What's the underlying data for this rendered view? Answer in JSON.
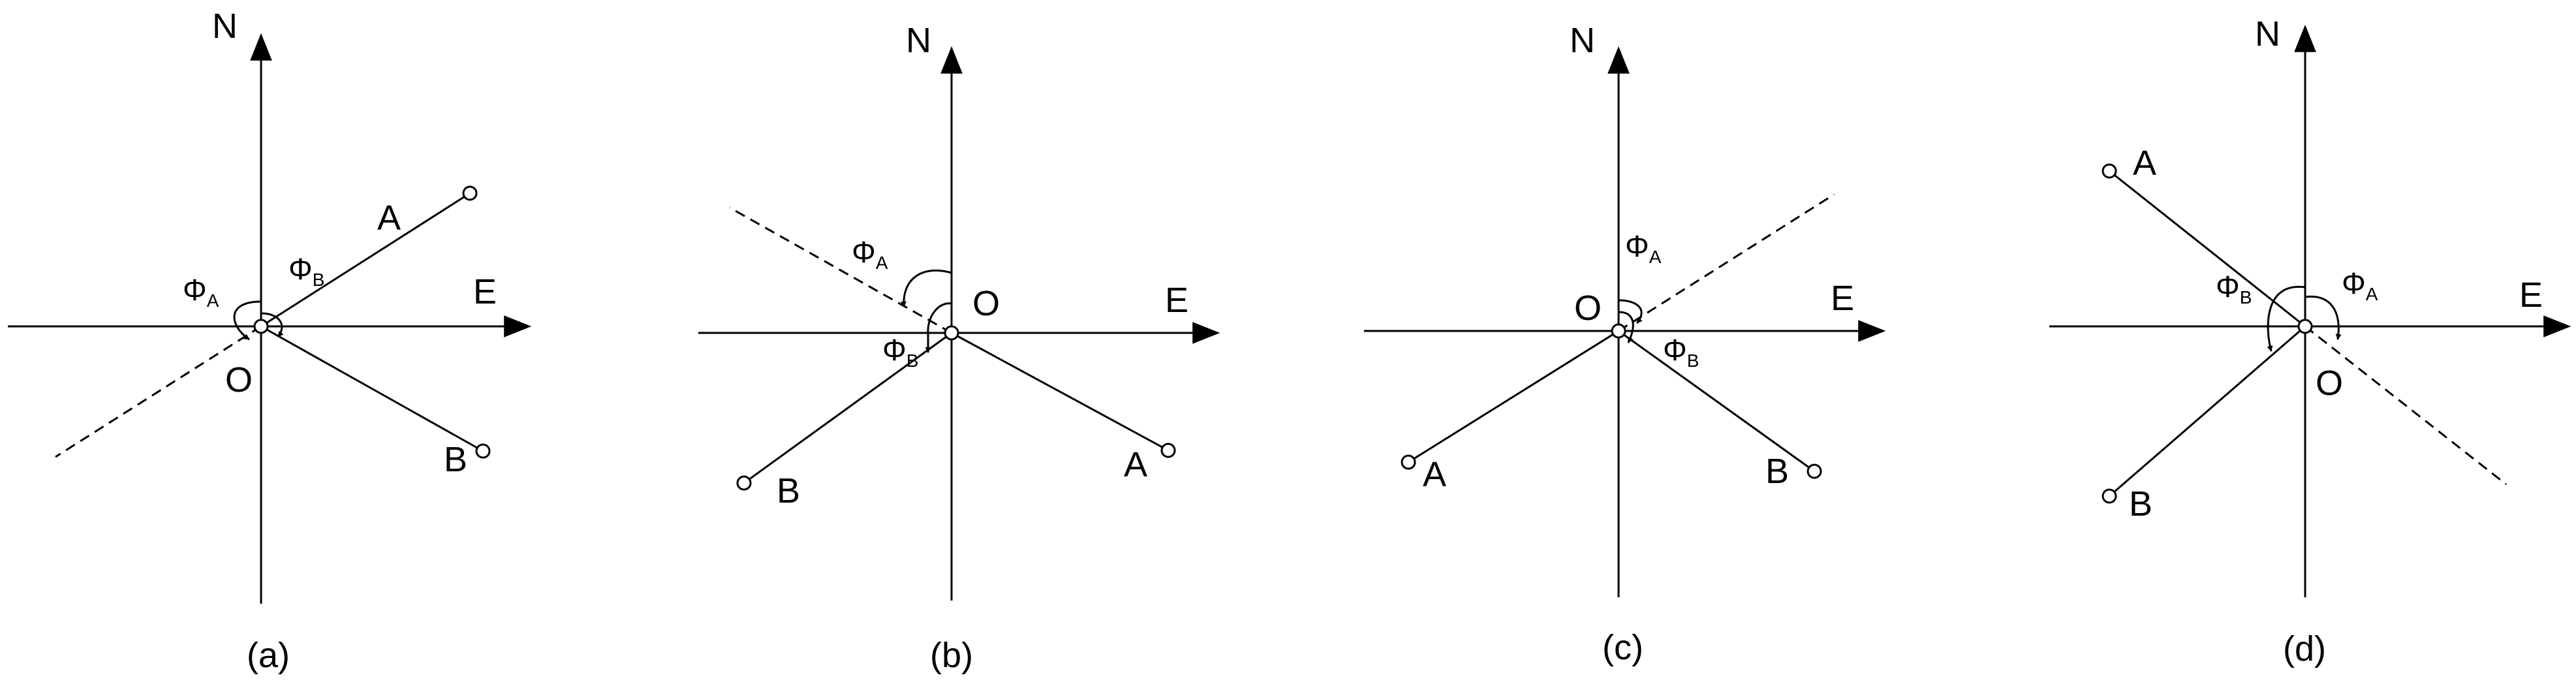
{
  "panels": [
    {
      "caption": "(a)",
      "north": "N",
      "east": "E",
      "origin": "O",
      "points": [
        {
          "label": "A"
        },
        {
          "label": "B"
        }
      ],
      "angles": [
        {
          "symbol": "Φ",
          "sub": "A"
        },
        {
          "symbol": "Φ",
          "sub": "B"
        }
      ]
    },
    {
      "caption": "(b)",
      "north": "N",
      "east": "E",
      "origin": "O",
      "points": [
        {
          "label": "B"
        },
        {
          "label": "A"
        }
      ],
      "angles": [
        {
          "symbol": "Φ",
          "sub": "A"
        },
        {
          "symbol": "Φ",
          "sub": "B"
        }
      ]
    },
    {
      "caption": "(c)",
      "north": "N",
      "east": "E",
      "origin": "O",
      "points": [
        {
          "label": "A"
        },
        {
          "label": "B"
        }
      ],
      "angles": [
        {
          "symbol": "Φ",
          "sub": "A"
        },
        {
          "symbol": "Φ",
          "sub": "B"
        }
      ]
    },
    {
      "caption": "(d)",
      "north": "N",
      "east": "E",
      "origin": "O",
      "points": [
        {
          "label": "A"
        },
        {
          "label": "B"
        }
      ],
      "angles": [
        {
          "symbol": "Φ",
          "sub": "B"
        },
        {
          "symbol": "Φ",
          "sub": "A"
        }
      ]
    }
  ]
}
